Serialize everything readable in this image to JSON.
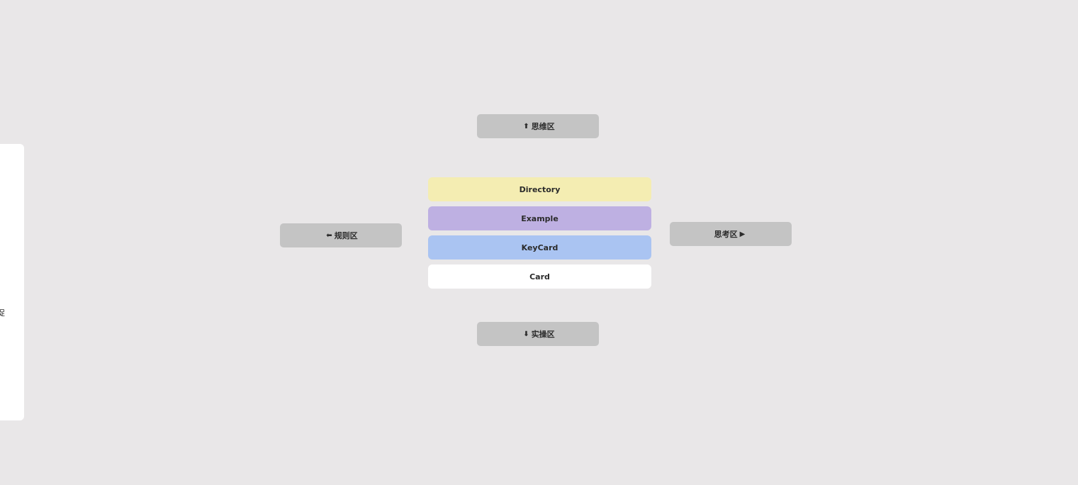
{
  "side_panel": {
    "visible_text": "涉涉草魁草"
  },
  "nav": {
    "up": {
      "arrow": "🡅",
      "label": "思维区"
    },
    "left": {
      "arrow": "🡄",
      "label": "规则区"
    },
    "right": {
      "arrow": "▶",
      "label": "思考区"
    },
    "down": {
      "arrow": "🡇",
      "label": "实操区"
    }
  },
  "stack": {
    "items": [
      {
        "label": "Directory",
        "color": "#f4edb2"
      },
      {
        "label": "Example",
        "color": "#beb0e2"
      },
      {
        "label": "KeyCard",
        "color": "#aac4f2"
      },
      {
        "label": "Card",
        "color": "#ffffff"
      }
    ]
  }
}
